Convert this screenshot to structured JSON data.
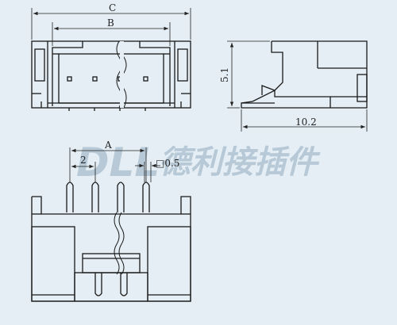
{
  "watermark": {
    "brand": "DLL",
    "chinese": "德利接插件"
  },
  "dimensions": {
    "overall_width_label": "C",
    "inner_width_label": "B",
    "height": "5.1",
    "depth": "10.2",
    "pin_span_label": "A",
    "pitch": "2",
    "pin_size": "□0.5"
  },
  "colors": {
    "line": "#1a1a1a",
    "background": "#e4eef4",
    "watermark": "#b7c8d6"
  }
}
